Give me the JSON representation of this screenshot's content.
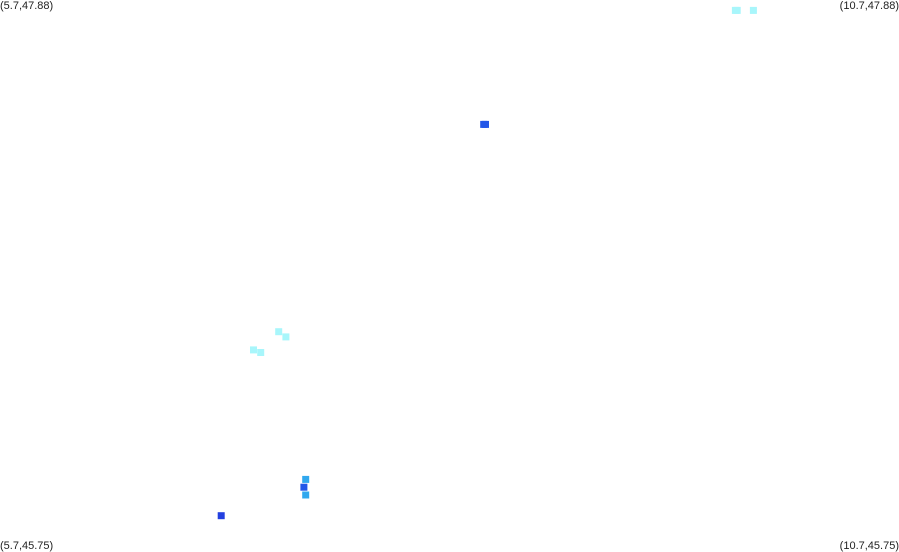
{
  "corners": {
    "top_left": "(5.7,47.88)",
    "top_right": "(10.7,47.88)",
    "bottom_left": "(5.7,45.75)",
    "bottom_right": "(10.7,45.75)"
  },
  "bounds": {
    "lon_min": 5.7,
    "lon_max": 10.7,
    "lat_min": 45.75,
    "lat_max": 47.88
  },
  "colors": {
    "light_cyan": "#a8f6fb",
    "sky_blue": "#30a8ee",
    "royal_blue": "#2357e8",
    "deep_blue": "#2340e0"
  },
  "points": [
    {
      "lon": 9.79,
      "lat": 47.84,
      "color": "light_cyan"
    },
    {
      "lon": 9.8,
      "lat": 47.84,
      "color": "light_cyan"
    },
    {
      "lon": 9.89,
      "lat": 47.84,
      "color": "light_cyan"
    },
    {
      "lon": 8.39,
      "lat": 47.4,
      "color": "royal_blue"
    },
    {
      "lon": 8.4,
      "lat": 47.4,
      "color": "royal_blue"
    },
    {
      "lon": 7.25,
      "lat": 46.6,
      "color": "light_cyan"
    },
    {
      "lon": 7.29,
      "lat": 46.58,
      "color": "light_cyan"
    },
    {
      "lon": 7.11,
      "lat": 46.53,
      "color": "light_cyan"
    },
    {
      "lon": 7.15,
      "lat": 46.52,
      "color": "light_cyan"
    },
    {
      "lon": 7.4,
      "lat": 46.03,
      "color": "sky_blue"
    },
    {
      "lon": 7.39,
      "lat": 46.0,
      "color": "royal_blue"
    },
    {
      "lon": 7.4,
      "lat": 45.97,
      "color": "sky_blue"
    },
    {
      "lon": 6.93,
      "lat": 45.89,
      "color": "deep_blue"
    }
  ]
}
